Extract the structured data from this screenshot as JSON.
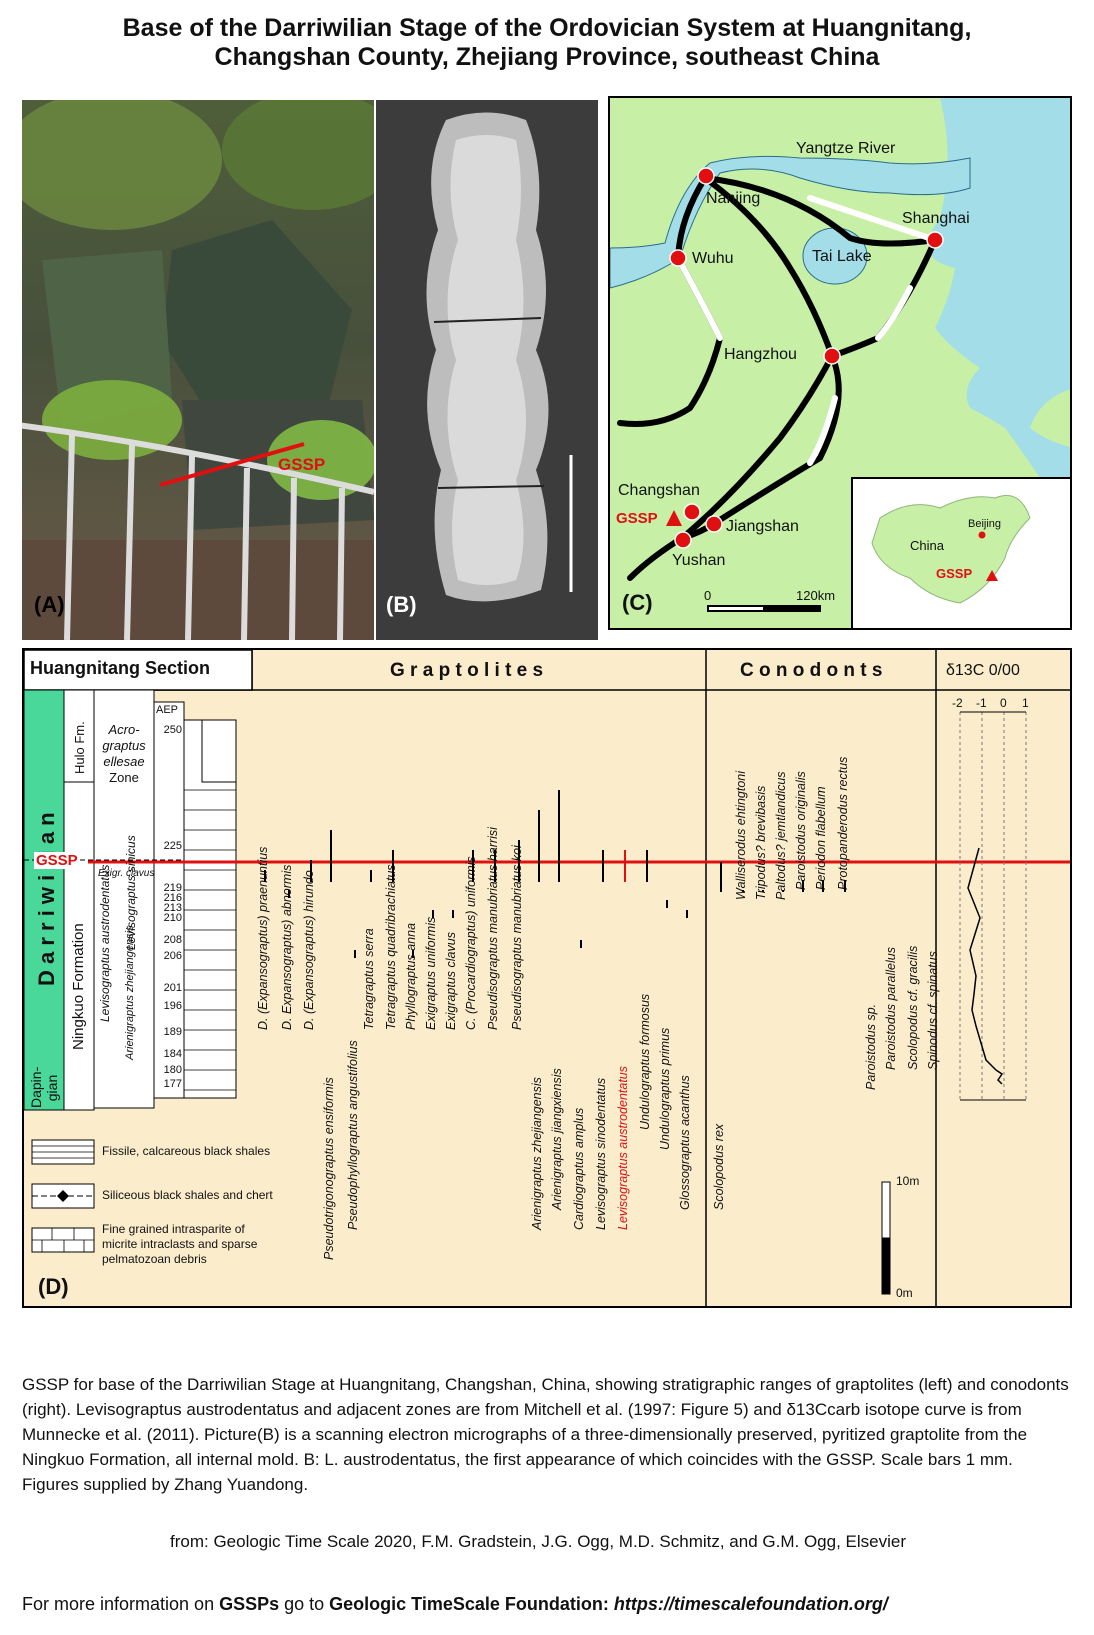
{
  "title": {
    "line1": "Base of the Darriwilian Stage of the Ordovician System at Huangnitang,",
    "line2": "Changshan County, Zhejiang Province, southeast China"
  },
  "panel_a": {
    "label": "(A)",
    "gssp": "GSSP"
  },
  "panel_b": {
    "label": "(B)"
  },
  "panel_c": {
    "label": "(C)",
    "river": "Yangtze River",
    "lake": "Tai Lake",
    "cities": [
      "Nanjing",
      "Shanghai",
      "Wuhu",
      "Hangzhou",
      "Changshan",
      "Jiangshan",
      "Yushan"
    ],
    "gssp": "GSSP",
    "scale_0": "0",
    "scale_1": "120km",
    "inset": {
      "country": "China",
      "capital": "Beijing",
      "gssp": "GSSP"
    }
  },
  "panel_d": {
    "label": "(D)",
    "section_title": "Huangnitang Section",
    "graptolites_header": "G r a p t o l i t e s",
    "conodonts_header": "C o n o d o n t s",
    "d13c_header": "δ13C 0/00",
    "d13c_ticks": [
      "-2",
      "-1",
      "0",
      "1"
    ],
    "stage": "D a r r i w i l i a n",
    "lower_stage": "Dapin-gian",
    "fm_upper": "Hulo Fm.",
    "fm_lower": "Ningkuo Formation",
    "zone_acro": [
      "Acro-",
      "graptus",
      "ellesae",
      "Zone"
    ],
    "zone_austro": "Levisograptus austrodentatus",
    "zone_sinicus": "Levisograptus sinicus",
    "zone_arieni": "Arienigraptus zhejiangensis",
    "zone_exigr": "Exigr. clavus",
    "aep": "AEP",
    "aep_ticks": [
      "250",
      "225",
      "219",
      "216",
      "213",
      "210",
      "208",
      "206",
      "201",
      "196",
      "189",
      "184",
      "180",
      "177"
    ],
    "gssp": "GSSP",
    "scale_top": "10m",
    "scale_bottom": "0m",
    "legend": [
      {
        "text": "Fissile, calcareous black shales"
      },
      {
        "text": "Siliceous black shales and chert"
      },
      {
        "text": "Fine grained intrasparite of micrite intraclasts and sparse pelmatozoan debris"
      }
    ],
    "graptolites": [
      "D. (Expansograptus) praenuntius",
      "D. Expansograptus) abnormis",
      "D. (Expansograptus) hirundo",
      "Pseudotrigonograptus ensiformis",
      "Pseudophyllograptus angustifolius",
      "Tetragraptus serra",
      "Tetragraptus quadribrachiatus",
      "Phyllograptus anna",
      "Exigraptus uniformis",
      "Exigraptus clavus",
      "C. (Procardiograptus) uniformis",
      "Pseudisograptus manubriatus harrisi",
      "Pseudisograptus manubriatus koi",
      "Arienigraptus zhejiangensis",
      "Arienigraptus jiangxiensis",
      "Cardiograptus amplus",
      "Levisograptus sinodentatus",
      "Levisograptus austrodentatus",
      "Undulograptus formosus",
      "Undulograptus primus",
      "Glossograptus acanthus"
    ],
    "conodonts": [
      "Scolopodus rex",
      "Walliserodus ehtingtoni",
      "Tripodus? brevibasis",
      "Paltodus? jemtlandicus",
      "Paroistodus originalis",
      "Periodon flabellum",
      "Protopanderodus rectus",
      "Paroistodus sp.",
      "Paroistodus parallelus",
      "Scolopodus cf. gracilis",
      "Spinodus cf. spinatus"
    ],
    "colors": {
      "panel_bg": "#fbeccc",
      "stage_green": "#4ad79a",
      "gssp_red": "#e01010",
      "map_land": "#c7f0a6",
      "map_water": "#a3dde8"
    }
  },
  "caption": {
    "text": "GSSP for base of the Darriwilian Stage at Huangnitang, Changshan, China, showing stratigraphic ranges of graptolites (left) and conodonts (right). Levisograptus austrodentatus and adjacent zones are from Mitchell et al. (1997: Figure 5) and δ13Ccarb isotope curve is from Munnecke et al. (2011). Picture(B) is a scanning electron micrographs of a three-dimensionally preserved, pyritized graptolite from the Ningkuo Formation, all internal mold. B: L. austrodentatus, the first appearance of which coincides with the GSSP. Scale bars 1 mm. Figures supplied by Zhang Yuandong."
  },
  "source": "from: Geologic Time Scale 2020, F.M. Gradstein, J.G. Ogg, M.D. Schmitz, and G.M. Ogg, Elsevier",
  "more_info": {
    "prefix": "For more information on ",
    "gssps": "GSSPs",
    "middle": " go to ",
    "foundation": "Geologic TimeScale Foundation: ",
    "url": "https://timescalefoundation.org/"
  }
}
